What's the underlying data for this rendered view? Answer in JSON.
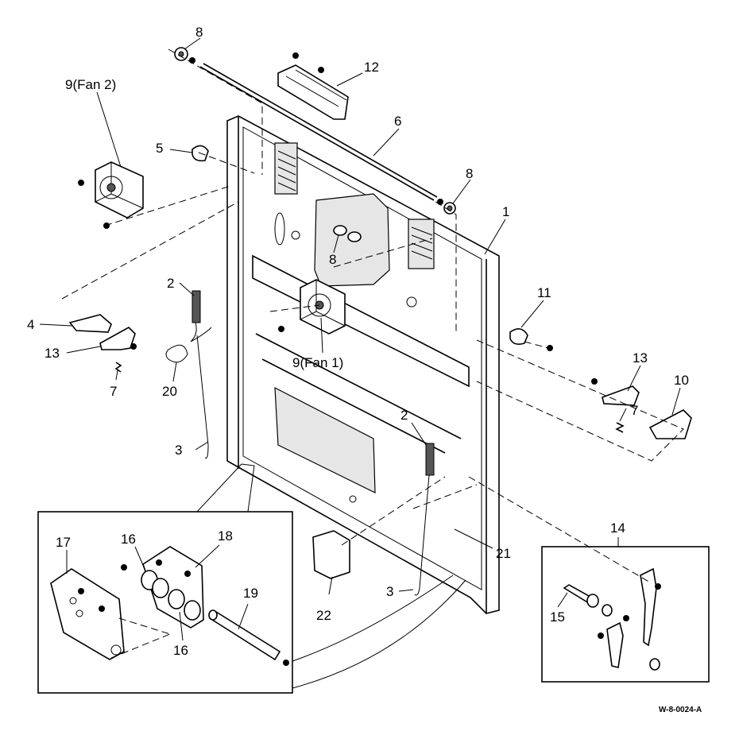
{
  "diagram": {
    "document_id": "W-8-0024-A",
    "callouts": {
      "c1": "1",
      "c2a": "2",
      "c2b": "2",
      "c3a": "3",
      "c3b": "3",
      "c4": "4",
      "c5": "5",
      "c6": "6",
      "c7a": "7",
      "c7b": "7",
      "c8a": "8",
      "c8b": "8",
      "c8c": "8",
      "c9fan2": "9(Fan 2)",
      "c9fan1": "9(Fan 1)",
      "c10": "10",
      "c11": "11",
      "c12": "12",
      "c13a": "13",
      "c13b": "13",
      "c14": "14",
      "c15": "15",
      "c16a": "16",
      "c16b": "16",
      "c17": "17",
      "c18": "18",
      "c19": "19",
      "c20": "20",
      "c21": "21",
      "c22": "22"
    }
  }
}
